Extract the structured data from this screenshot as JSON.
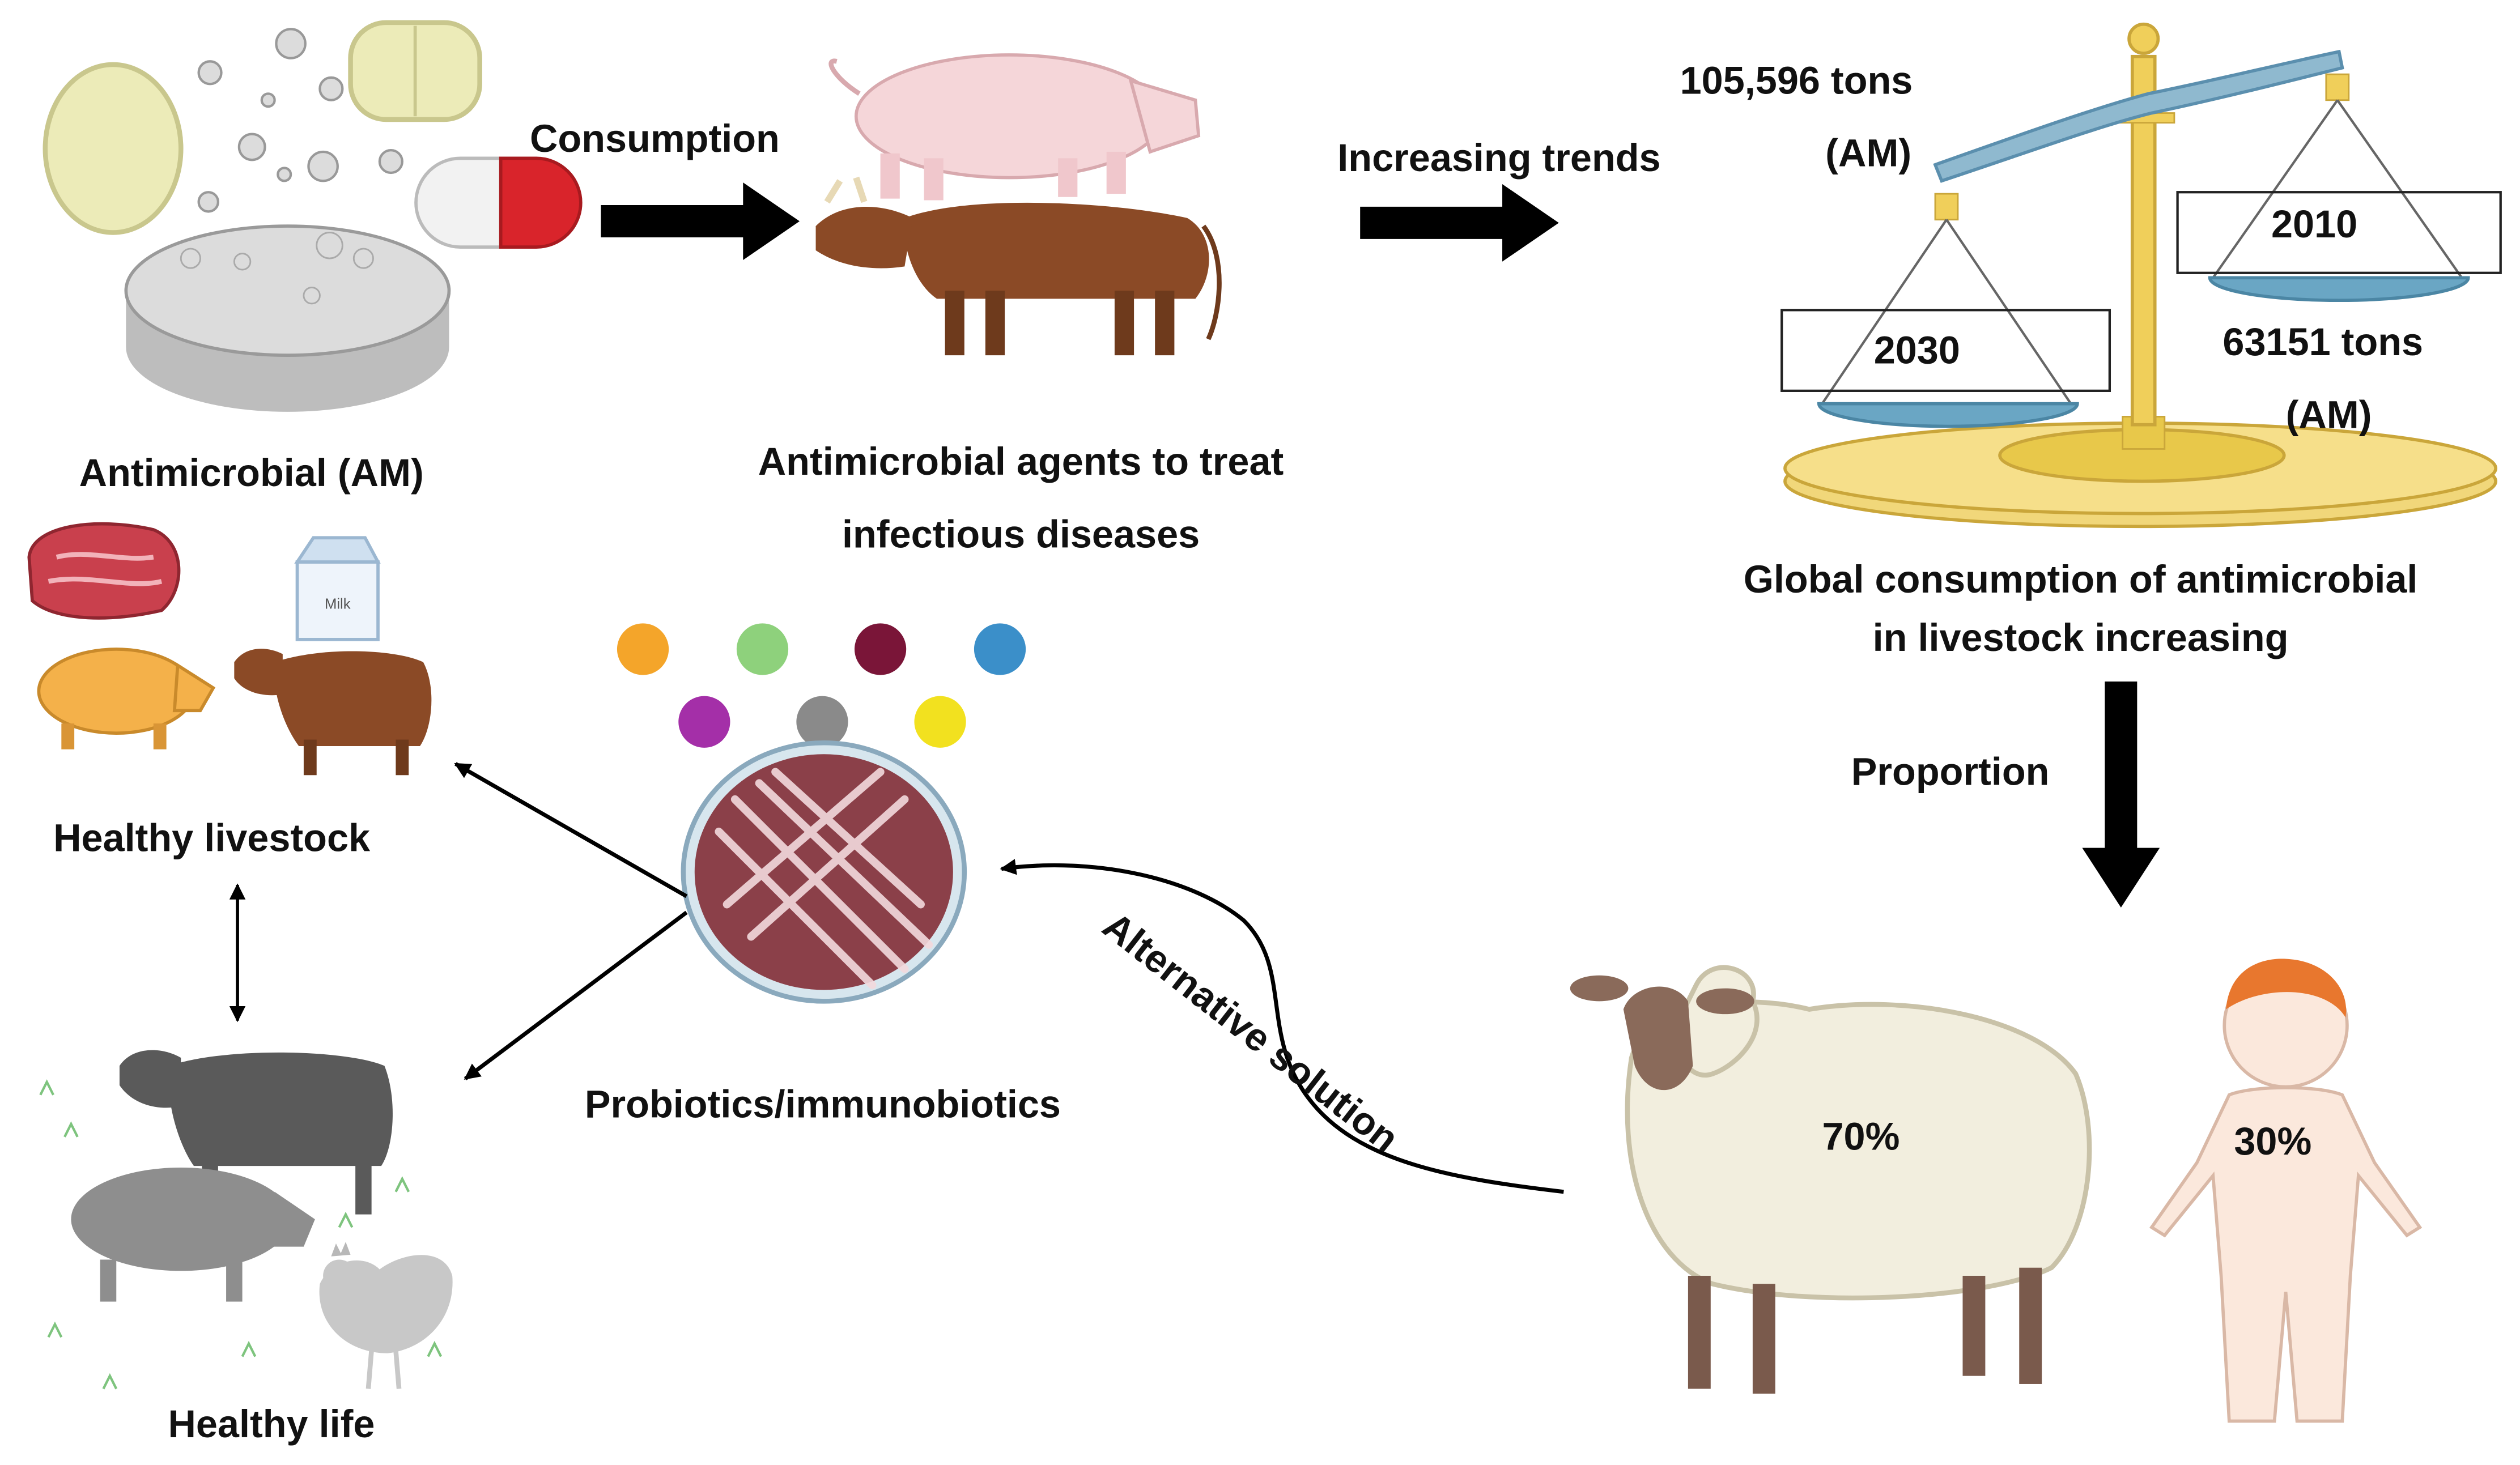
{
  "labels": {
    "antimicrobial": "Antimicrobial (AM)",
    "consumption": "Consumption",
    "agents_line1": "Antimicrobial agents to treat",
    "agents_line2": "infectious diseases",
    "increasing_trends": "Increasing trends",
    "tons_2030_value": "105,596 tons",
    "tons_2030_unit": "(AM)",
    "year_2030": "2030",
    "year_2010": "2010",
    "tons_2010_value": "63151 tons",
    "tons_2010_unit": "(AM)",
    "global_line1": "Global consumption of antimicrobial",
    "global_line2": "in livestock increasing",
    "proportion": "Proportion",
    "livestock_share": "70%",
    "human_share": "30%",
    "alternative_solution": "Alternative solution",
    "probiotics": "Probiotics/immunobiotics",
    "healthy_livestock": "Healthy livestock",
    "healthy_life": "Healthy life",
    "milk": "Milk"
  },
  "colors": {
    "arrow": "#000000",
    "tablet": "#dcdcdc",
    "pill_yellow": "#ecebb8",
    "capsule_red": "#d9242b",
    "pig_pink": "#f5d6d9",
    "cow_brown": "#8b4a26",
    "scale_gold": "#e8c84a",
    "pan_blue": "#6aa6c4",
    "petri_dish": "#8b4049",
    "sheep_wool": "#f2eede",
    "human_skin": "#fbe8dc",
    "silhouette_dark": "#5a5a5a",
    "silhouette_mid": "#8e8e8e",
    "silhouette_light": "#c8c8c8"
  },
  "probiotic_dots": [
    "#f4a52a",
    "#8ed17c",
    "#7a1538",
    "#3b8fc9",
    "#a42fa8",
    "#8a8a8a",
    "#f2e11f"
  ],
  "icons": [
    "tablet-icon",
    "capsule-icon",
    "pig-icon",
    "cow-icon",
    "balance-scale-icon",
    "meat-icon",
    "milk-carton-icon",
    "petri-dish-icon",
    "sheep-icon",
    "human-figure-icon",
    "chicken-icon",
    "grass-icon"
  ]
}
